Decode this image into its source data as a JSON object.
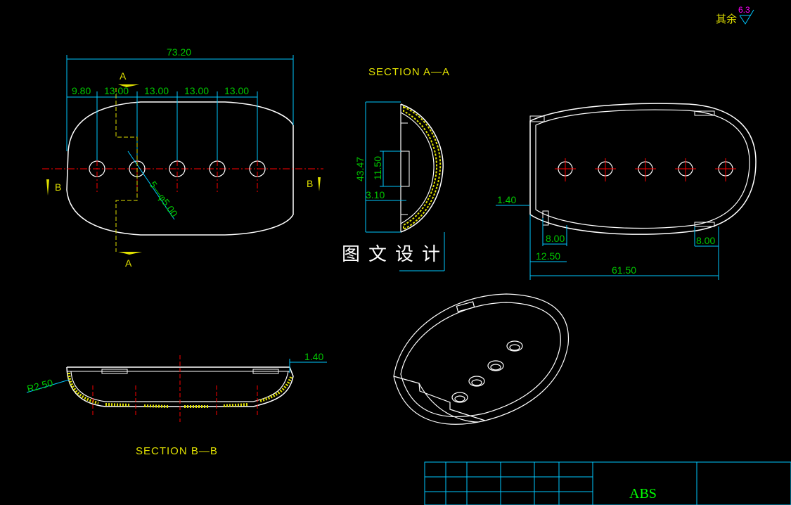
{
  "surface_finish": {
    "other_label": "其余",
    "value": "6.3"
  },
  "front_view": {
    "overall_width": "73.20",
    "pitch_first": "9.80",
    "pitch_values": [
      "13.00",
      "13.00",
      "13.00",
      "13.00"
    ],
    "hole_callout": "5—φ5.00",
    "section_a_marker": "A",
    "section_b_marker": "B"
  },
  "section_aa": {
    "title": "SECTION A—A",
    "height": "43.47",
    "inner_height": "11.50",
    "offset": "3.10"
  },
  "top_view": {
    "wall": "1.40",
    "tab_left": "8.00",
    "tab_right": "8.00",
    "tab_offset": "12.50",
    "inner_width": "61.50"
  },
  "section_bb": {
    "title": "SECTION B—B",
    "fillet": "R2.50",
    "wall": "1.40"
  },
  "watermark": "图文设计",
  "title_block": {
    "material": "ABS"
  },
  "colors": {
    "background": "#000000",
    "outline": "#ffffff",
    "dimension": "#00c8ff",
    "centerline": "#ff0000",
    "hatch": "#e0e000"
  }
}
